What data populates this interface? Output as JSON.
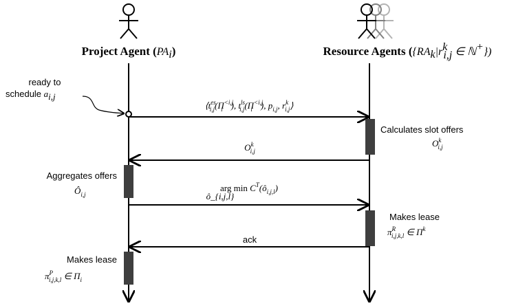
{
  "project_agent": {
    "name": "Project Agent",
    "symbol": "(PA_i)"
  },
  "resource_agents": {
    "name": "Resource Agents",
    "symbol": "({RA_k | r^k_{i,j} ∈ ℕ⁺})"
  },
  "trigger_note": {
    "line1": "ready to",
    "line2": "schedule a_{i,j}"
  },
  "messages": [
    {
      "label": "⟨t^{es}_{i,j}(Π^{<i,j}_i), t^{ls}_{i,j}(Π^{<i,j}_i), p_{i,j}, r^k_{i,j}⟩",
      "direction": "to-resource"
    },
    {
      "label": "O^k_{i,j}",
      "direction": "to-project"
    },
    {
      "label": "arg min C^T(ô_{i,j,l})",
      "sub": "ô_{i,j,l}",
      "direction": "to-resource"
    },
    {
      "label": "ack",
      "direction": "to-project"
    }
  ],
  "activities": [
    {
      "text": "Calculates slot offers",
      "math": "O^k_{i,j}",
      "lane": "resource"
    },
    {
      "text": "Aggregates offers",
      "math": "Ô_{i,j}",
      "lane": "project"
    },
    {
      "text": "Makes lease",
      "math": "π^R_{i,j,k,l} ∈ Π^k",
      "lane": "resource"
    },
    {
      "text": "Makes lease",
      "math": "π^P_{i,j,k,l} ∈ Π_i",
      "lane": "project"
    }
  ]
}
